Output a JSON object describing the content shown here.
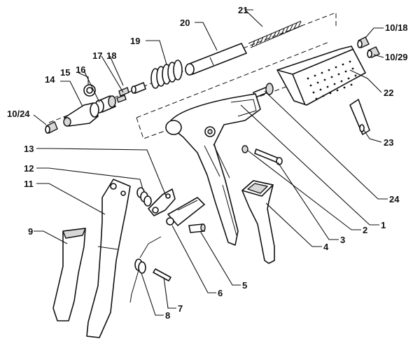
{
  "callouts": {
    "c1": "1",
    "c2": "2",
    "c3": "3",
    "c4": "4",
    "c5": "5",
    "c6": "6",
    "c7": "7",
    "c8": "8",
    "c9": "9",
    "c10_18": "10/18",
    "c10_24": "10/24",
    "c10_29": "10/29",
    "c11": "11",
    "c12": "12",
    "c13": "13",
    "c14": "14",
    "c15": "15",
    "c16": "16",
    "c17": "17",
    "c18": "18",
    "c19": "19",
    "c20": "20",
    "c21": "21",
    "c22": "22",
    "c23": "23",
    "c24": "24"
  }
}
